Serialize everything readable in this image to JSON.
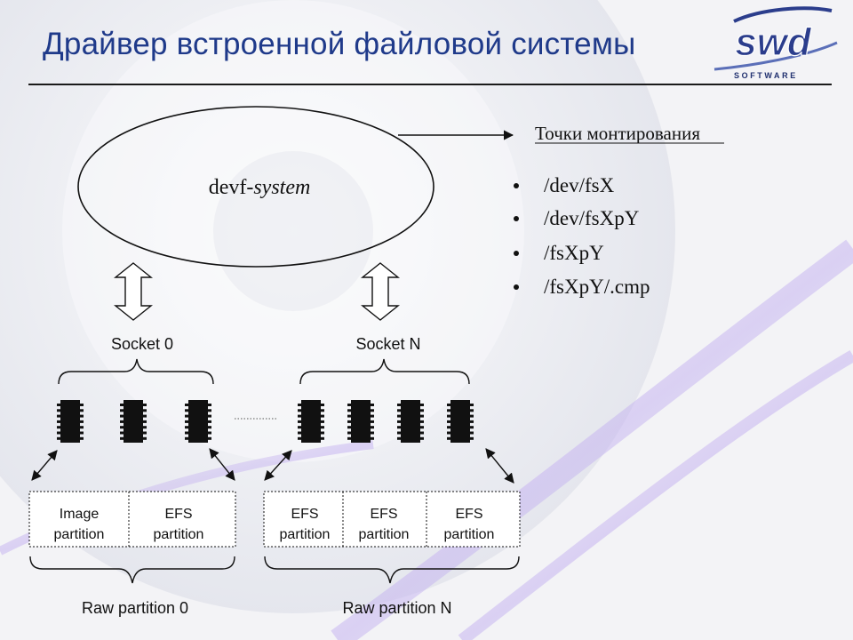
{
  "title": "Драйвер встроенной файловой системы",
  "logo": {
    "caption": "SOFTWARE",
    "mark": "swd-logo"
  },
  "system": {
    "label_plain": "devf-",
    "label_italic": "system"
  },
  "mount": {
    "heading": "Точки монтирования",
    "points": [
      "/dev/fsX",
      "/dev/fsXpY",
      "/fsXpY",
      "/fsXpY/.cmp"
    ]
  },
  "sockets": [
    {
      "label": "Socket 0"
    },
    {
      "label": "Socket N"
    }
  ],
  "partitions_left": [
    {
      "line1": "Image",
      "line2": "partition"
    },
    {
      "line1": "EFS",
      "line2": "partition"
    }
  ],
  "partitions_right": [
    {
      "line1": "EFS",
      "line2": "partition"
    },
    {
      "line1": "EFS",
      "line2": "partition"
    },
    {
      "line1": "EFS",
      "line2": "partition"
    }
  ],
  "raw": [
    {
      "label": "Raw partition 0"
    },
    {
      "label": "Raw partition N"
    }
  ],
  "colors": {
    "title": "#1f3a8a",
    "ink": "#111111"
  }
}
